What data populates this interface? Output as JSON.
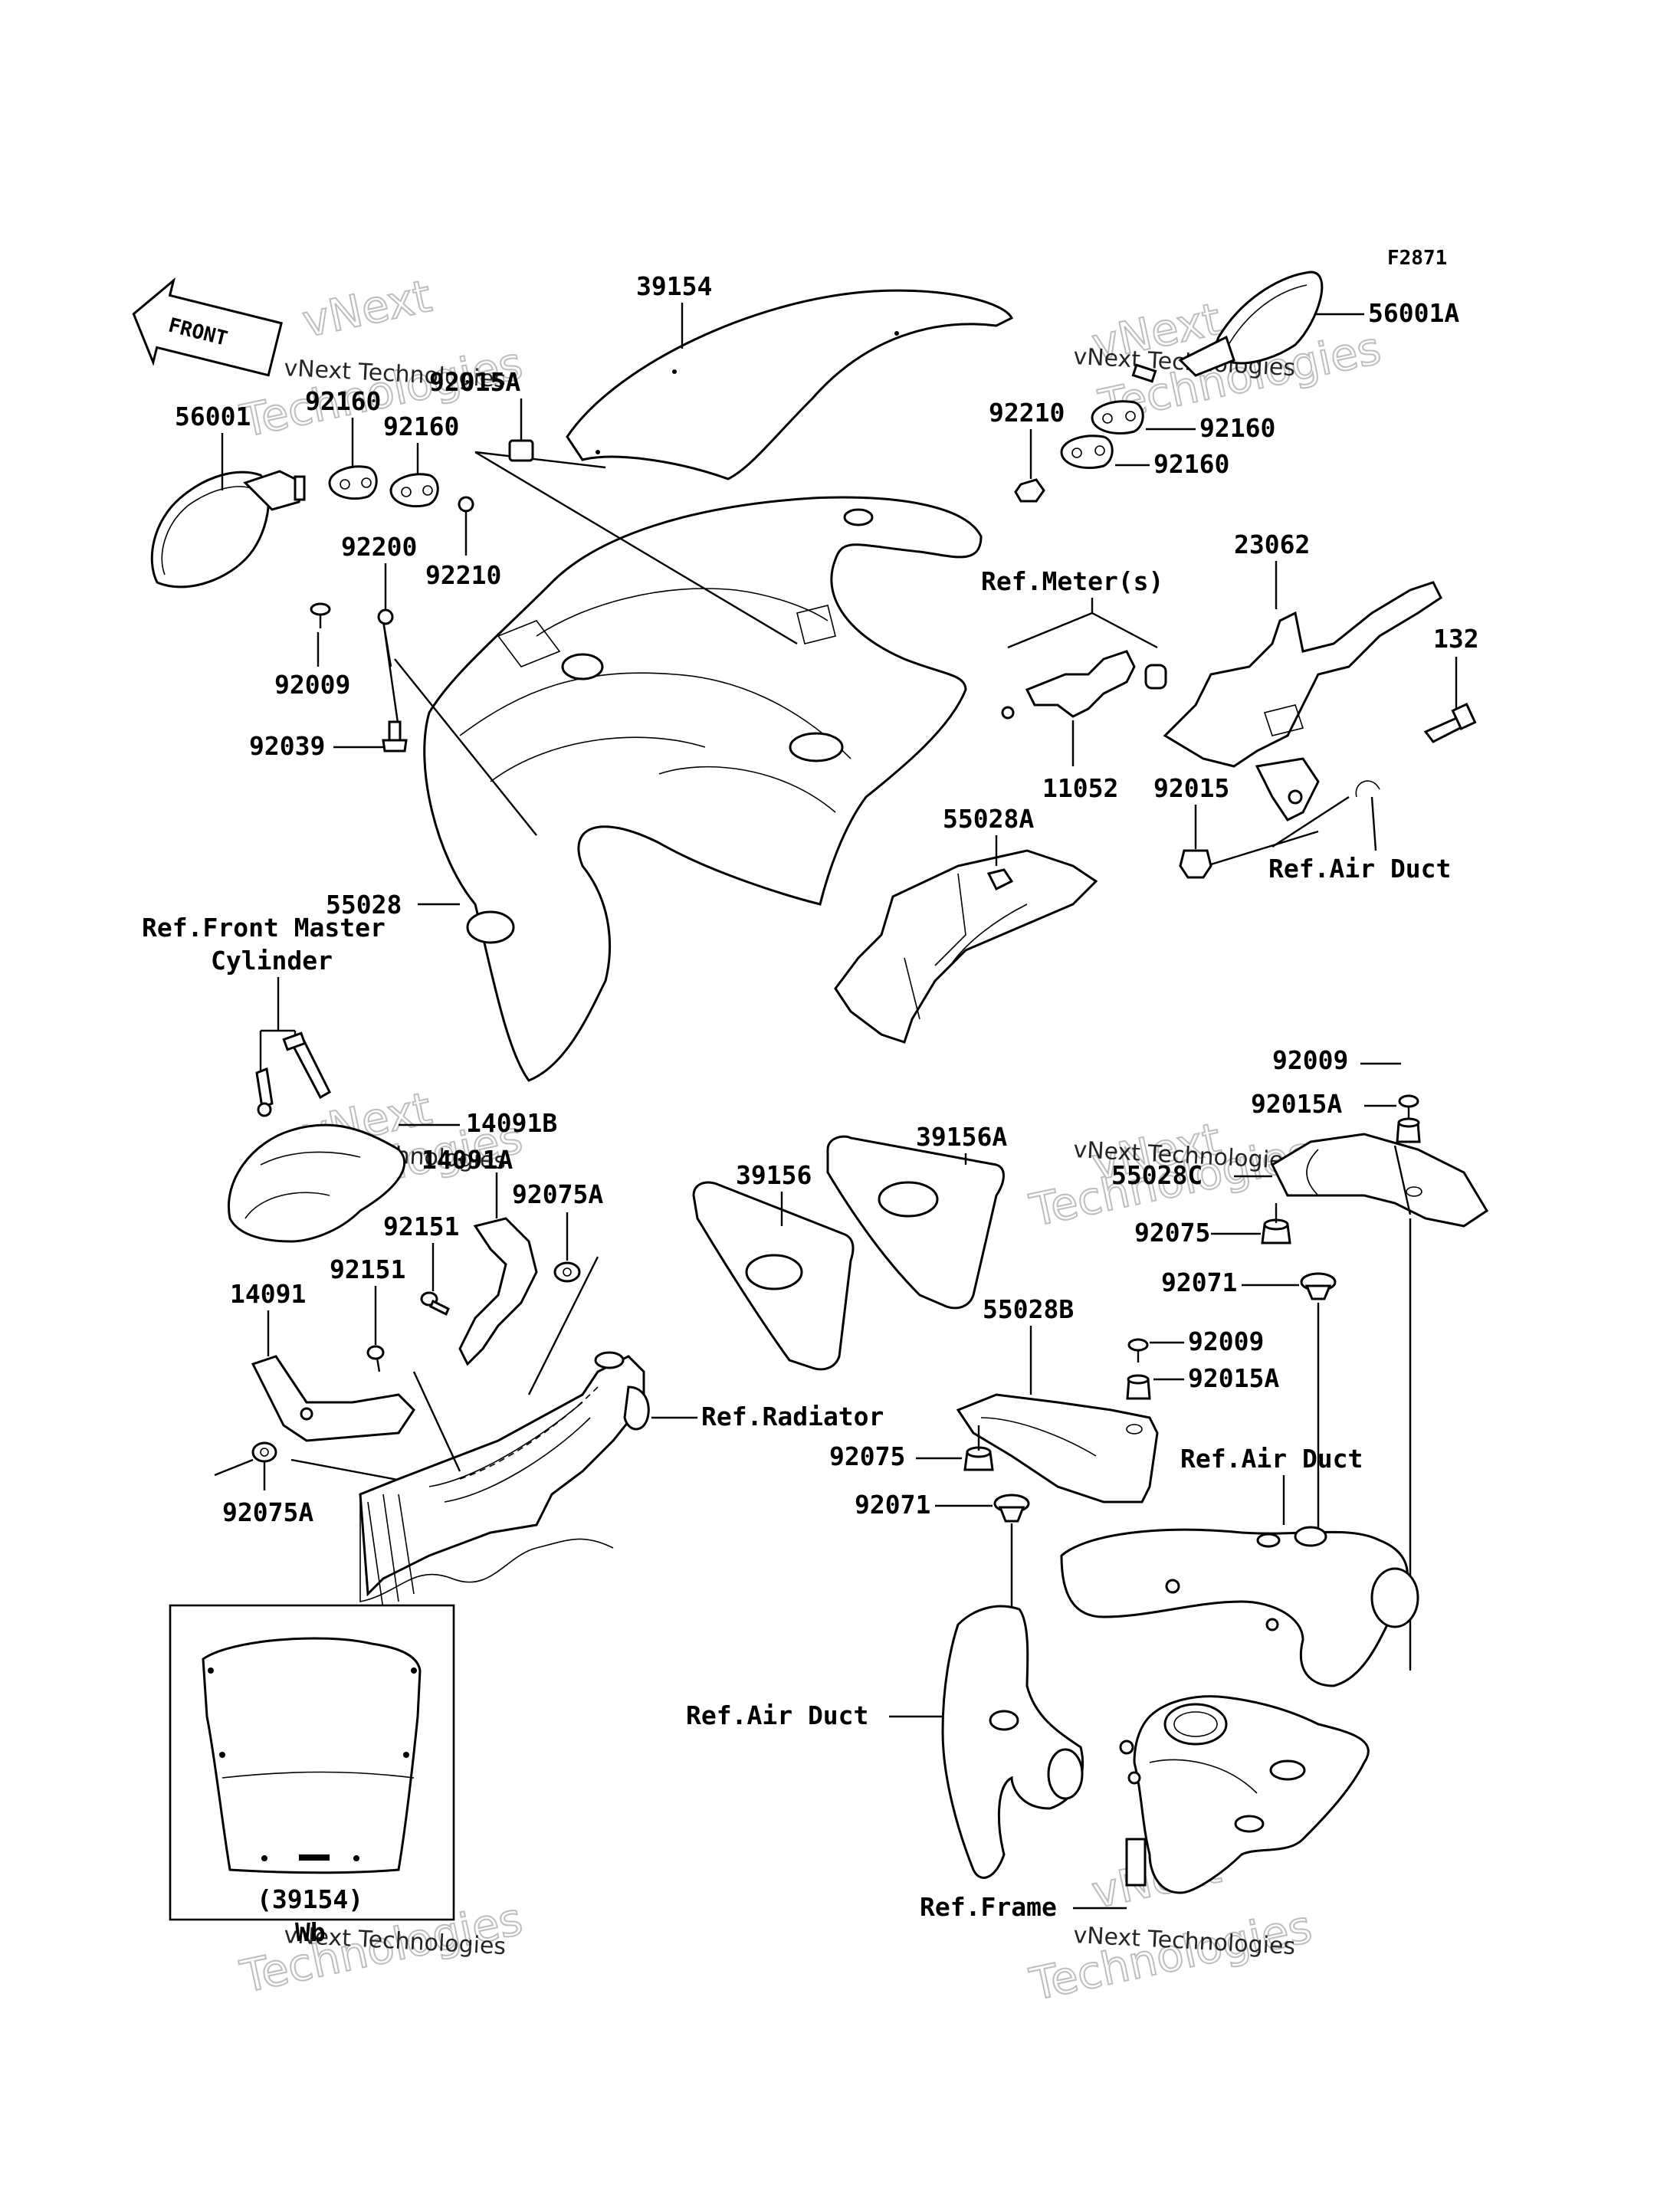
{
  "figure_code": "F2871",
  "front_badge": "FRONT",
  "part_numbers": {
    "p39154": "39154",
    "p56001A": "56001A",
    "p56001": "56001",
    "p92160_a": "92160",
    "p92160_b": "92160",
    "p92160_c": "92160",
    "p92160_d": "92160",
    "p92015A_a": "92015A",
    "p92210_a": "92210",
    "p92210_b": "92210",
    "p92200": "92200",
    "p92009_a": "92009",
    "p92039": "92039",
    "p23062": "23062",
    "p132": "132",
    "p11052": "11052",
    "p92015": "92015",
    "p55028A": "55028A",
    "p55028": "55028",
    "p14091B": "14091B",
    "p14091A": "14091A",
    "p92075A_a": "92075A",
    "p92151_a": "92151",
    "p92151_b": "92151",
    "p14091": "14091",
    "p92075A_b": "92075A",
    "p39156A": "39156A",
    "p39156": "39156",
    "p92009_b": "92009",
    "p92015A_b": "92015A",
    "p55028C": "55028C",
    "p92075_a": "92075",
    "p92071_a": "92071",
    "p55028B": "55028B",
    "p92009_c": "92009",
    "p92015A_c": "92015A",
    "p92075_b": "92075",
    "p92071_b": "92071",
    "p39154_inset": "(39154)",
    "inset_note": "Wb"
  },
  "references": {
    "meter": "Ref.Meter(s)",
    "air_duct_1": "Ref.Air Duct",
    "front_master_1": "Ref.Front Master",
    "front_master_2": "Cylinder",
    "radiator": "Ref.Radiator",
    "air_duct_2": "Ref.Air Duct",
    "air_duct_3": "Ref.Air Duct",
    "frame": "Ref.Frame"
  },
  "watermark": {
    "line1": "vNext Technologies",
    "line2": "Technologies",
    "line3": "vNext"
  }
}
